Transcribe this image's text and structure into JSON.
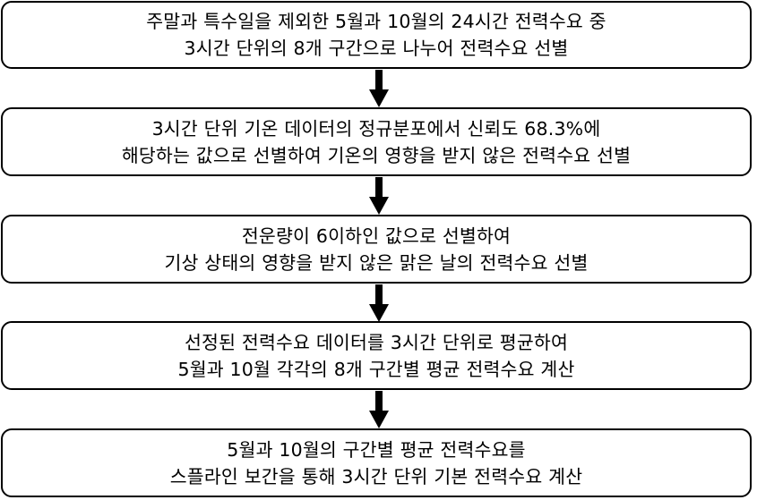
{
  "steps": [
    {
      "lines": [
        "주말과 특수일을 제외한 5월과 10월의 24시간 전력수요 중",
        "3시간 단위의 8개 구간으로 나누어 전력수요 선별"
      ]
    },
    {
      "lines": [
        "3시간 단위 기온 데이터의 정규분포에서 신뢰도 68.3%에",
        "해당하는 값으로 선별하여 기온의 영향을 받지 않은 전력수요 선별"
      ]
    },
    {
      "lines": [
        "전운량이 6이하인 값으로 선별하여",
        "기상 상태의 영향을 받지 않은 맑은 날의 전력수요 선별"
      ]
    },
    {
      "lines": [
        "선정된 전력수요 데이터를 3시간 단위로 평균하여",
        "5월과 10월 각각의 8개 구간별 평균 전력수요 계산"
      ]
    },
    {
      "lines": [
        "5월과 10월의 구간별 평균 전력수요를",
        "스플라인 보간을 통해 3시간 단위 기본 전력수요 계산"
      ]
    }
  ],
  "colors": {
    "border": "#000000",
    "arrow": "#000000",
    "background": "#ffffff"
  }
}
